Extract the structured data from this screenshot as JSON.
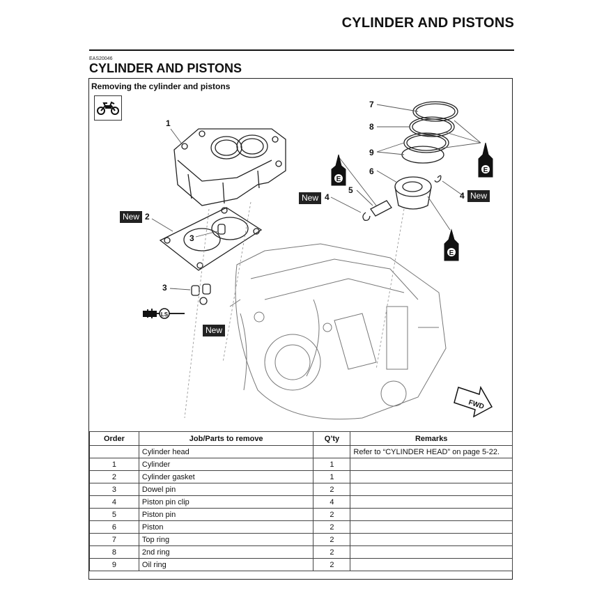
{
  "header": {
    "title": "CYLINDER AND PISTONS"
  },
  "section": {
    "code": "EAS20046",
    "title": "CYLINDER AND PISTONS"
  },
  "diagram": {
    "subtitle": "Removing the cylinder and pistons",
    "new_label": "New",
    "ls_label": "LS",
    "e_label": "E",
    "fwd_label": "FWD",
    "callouts": [
      "1",
      "2",
      "3",
      "3",
      "4",
      "4",
      "5",
      "6",
      "7",
      "8",
      "9"
    ]
  },
  "table": {
    "headers": [
      "Order",
      "Job/Parts to remove",
      "Q’ty",
      "Remarks"
    ],
    "rows": [
      {
        "order": "",
        "job": "Cylinder head",
        "qty": "",
        "remarks": "Refer to “CYLINDER HEAD” on page 5-22."
      },
      {
        "order": "1",
        "job": "Cylinder",
        "qty": "1",
        "remarks": ""
      },
      {
        "order": "2",
        "job": "Cylinder gasket",
        "qty": "1",
        "remarks": ""
      },
      {
        "order": "3",
        "job": "Dowel pin",
        "qty": "2",
        "remarks": ""
      },
      {
        "order": "4",
        "job": "Piston pin clip",
        "qty": "4",
        "remarks": ""
      },
      {
        "order": "5",
        "job": "Piston pin",
        "qty": "2",
        "remarks": ""
      },
      {
        "order": "6",
        "job": "Piston",
        "qty": "2",
        "remarks": ""
      },
      {
        "order": "7",
        "job": "Top ring",
        "qty": "2",
        "remarks": ""
      },
      {
        "order": "8",
        "job": "2nd ring",
        "qty": "2",
        "remarks": ""
      },
      {
        "order": "9",
        "job": "Oil ring",
        "qty": "2",
        "remarks": ""
      }
    ]
  }
}
